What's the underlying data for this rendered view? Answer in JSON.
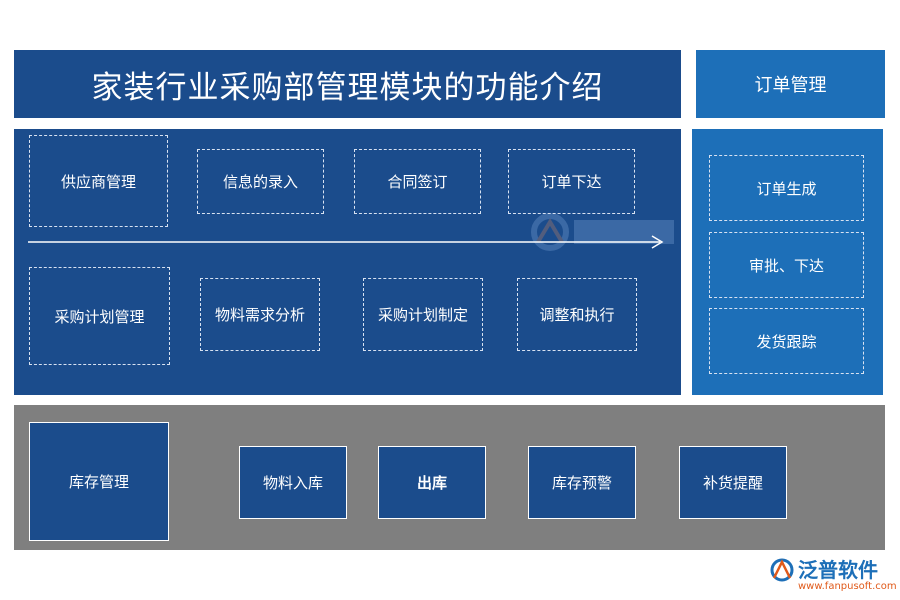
{
  "title": "家装行业采购部管理模块的功能介绍",
  "order_section": {
    "header": "订单管理",
    "items": [
      "订单生成",
      "审批、下达",
      "发货跟踪"
    ]
  },
  "main_section": {
    "top_row": [
      "供应商管理",
      "信息的录入",
      "合同签订",
      "订单下达"
    ],
    "bottom_row": [
      "采购计划管理",
      "物料需求分析",
      "采购计划制定",
      "调整和执行"
    ]
  },
  "stock_section": {
    "header": "库存管理",
    "items": [
      "物料入库",
      "出库",
      "库存预警",
      "补货提醒"
    ]
  },
  "logo": {
    "name": "泛普软件",
    "url": "www.fanpusoft.com"
  },
  "colors": {
    "primary_dark_blue": "#1b4c8c",
    "accent_blue": "#1d6fb8",
    "gray_panel": "#7f7f7f",
    "logo_orange": "#e05a1a"
  }
}
